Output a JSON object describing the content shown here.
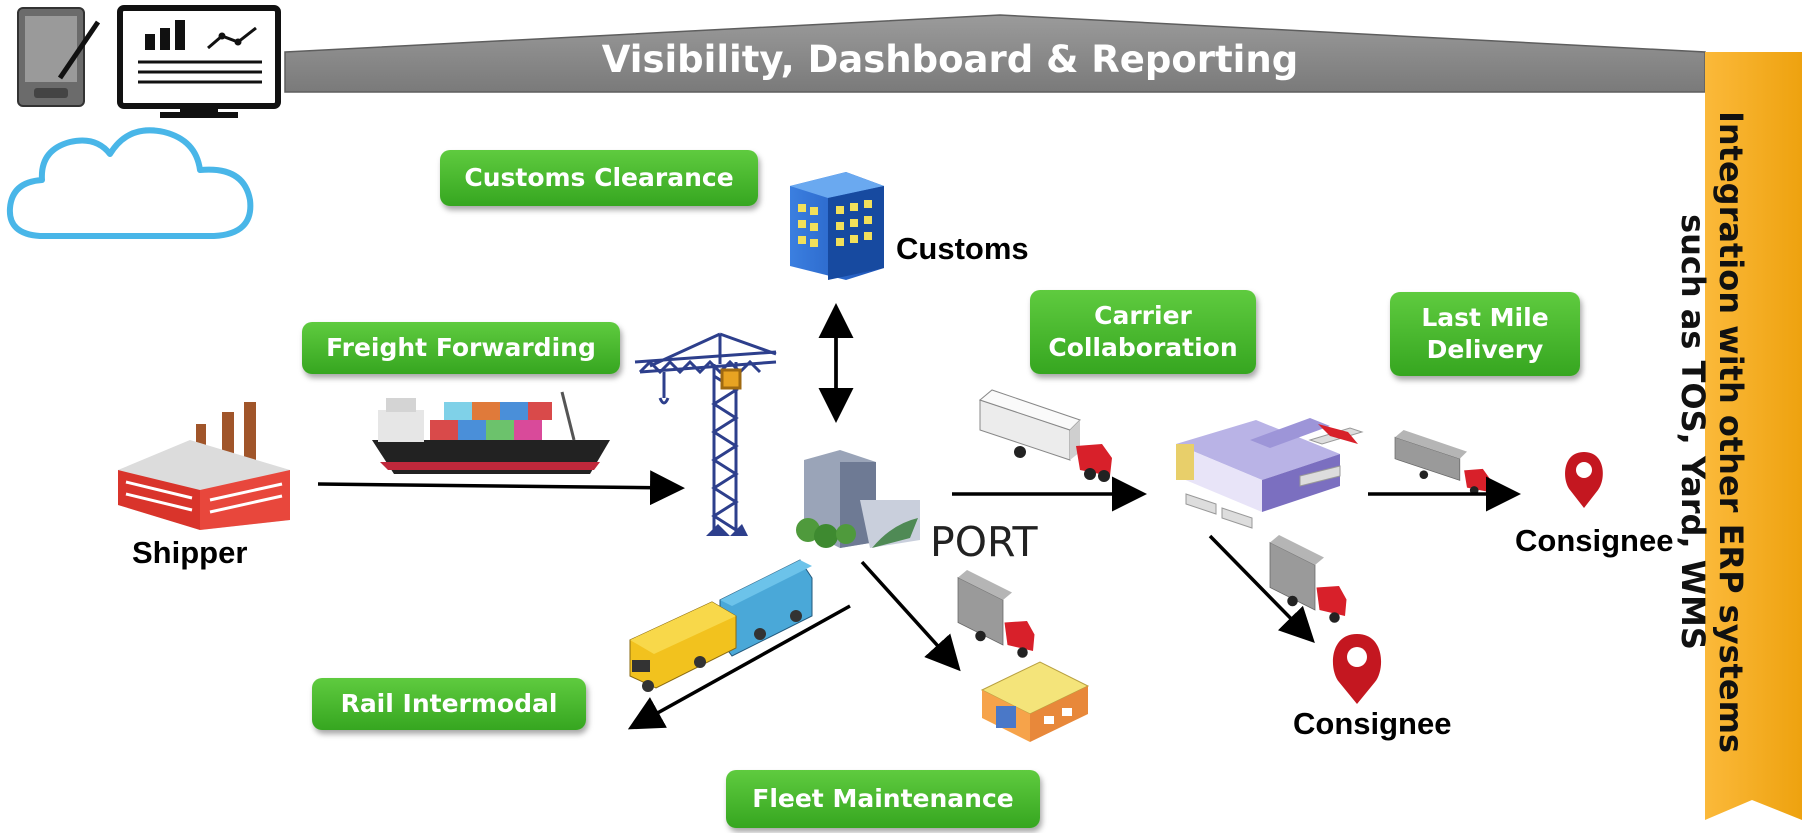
{
  "banner": {
    "title": "Visibility, Dashboard & Reporting"
  },
  "integration": {
    "text": "Integration with other ERP systems\nsuch as TOS, Yard, WMS"
  },
  "services": {
    "customs_clearance": "Customs Clearance",
    "freight_forwarding": "Freight Forwarding",
    "carrier_collaboration": "Carrier\nCollaboration",
    "last_mile_delivery": "Last Mile\nDelivery",
    "rail_intermodal": "Rail Intermodal",
    "fleet_maintenance": "Fleet Maintenance"
  },
  "nodes": {
    "shipper": "Shipper",
    "customs": "Customs",
    "port": "PORT",
    "consignee_right": "Consignee",
    "consignee_bottom": "Consignee"
  },
  "colors": {
    "pill_green": "#3cb024",
    "banner_gray": "#8c8c8c",
    "integration_orange": "#f2a818",
    "cloud_blue": "#49b6e8",
    "pin_red": "#c41720",
    "truck_red": "#d8202a"
  },
  "icons": [
    "tablet-icon",
    "monitor-chart-icon",
    "cloud-icon",
    "factory-icon",
    "ship-icon",
    "crane-icon",
    "customs-building-icon",
    "port-building-icon",
    "truck-icon",
    "warehouse-icon",
    "train-icon",
    "depot-icon",
    "location-pin-icon"
  ]
}
